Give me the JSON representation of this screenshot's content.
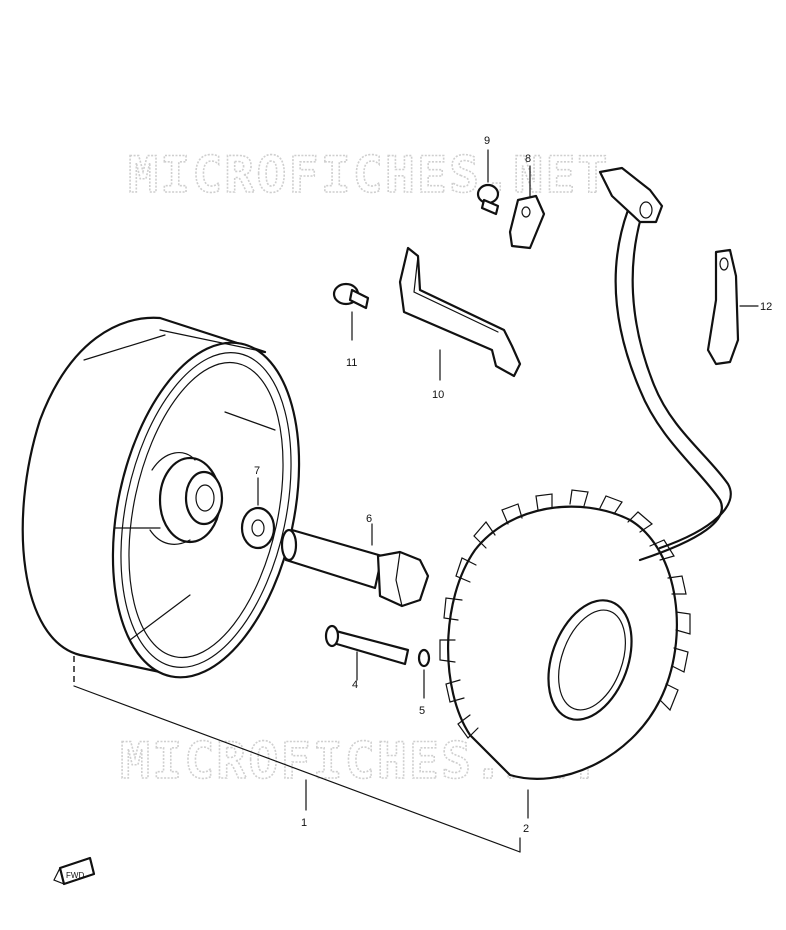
{
  "watermark": {
    "text": "MICROFICHES.NET"
  },
  "callouts": {
    "p1": "1",
    "p2": "2",
    "p4": "4",
    "p5": "5",
    "p6": "6",
    "p7": "7",
    "p8": "8",
    "p9": "9",
    "p10": "10",
    "p11": "11",
    "p12": "12"
  },
  "front_marker": {
    "text": "FWD"
  }
}
